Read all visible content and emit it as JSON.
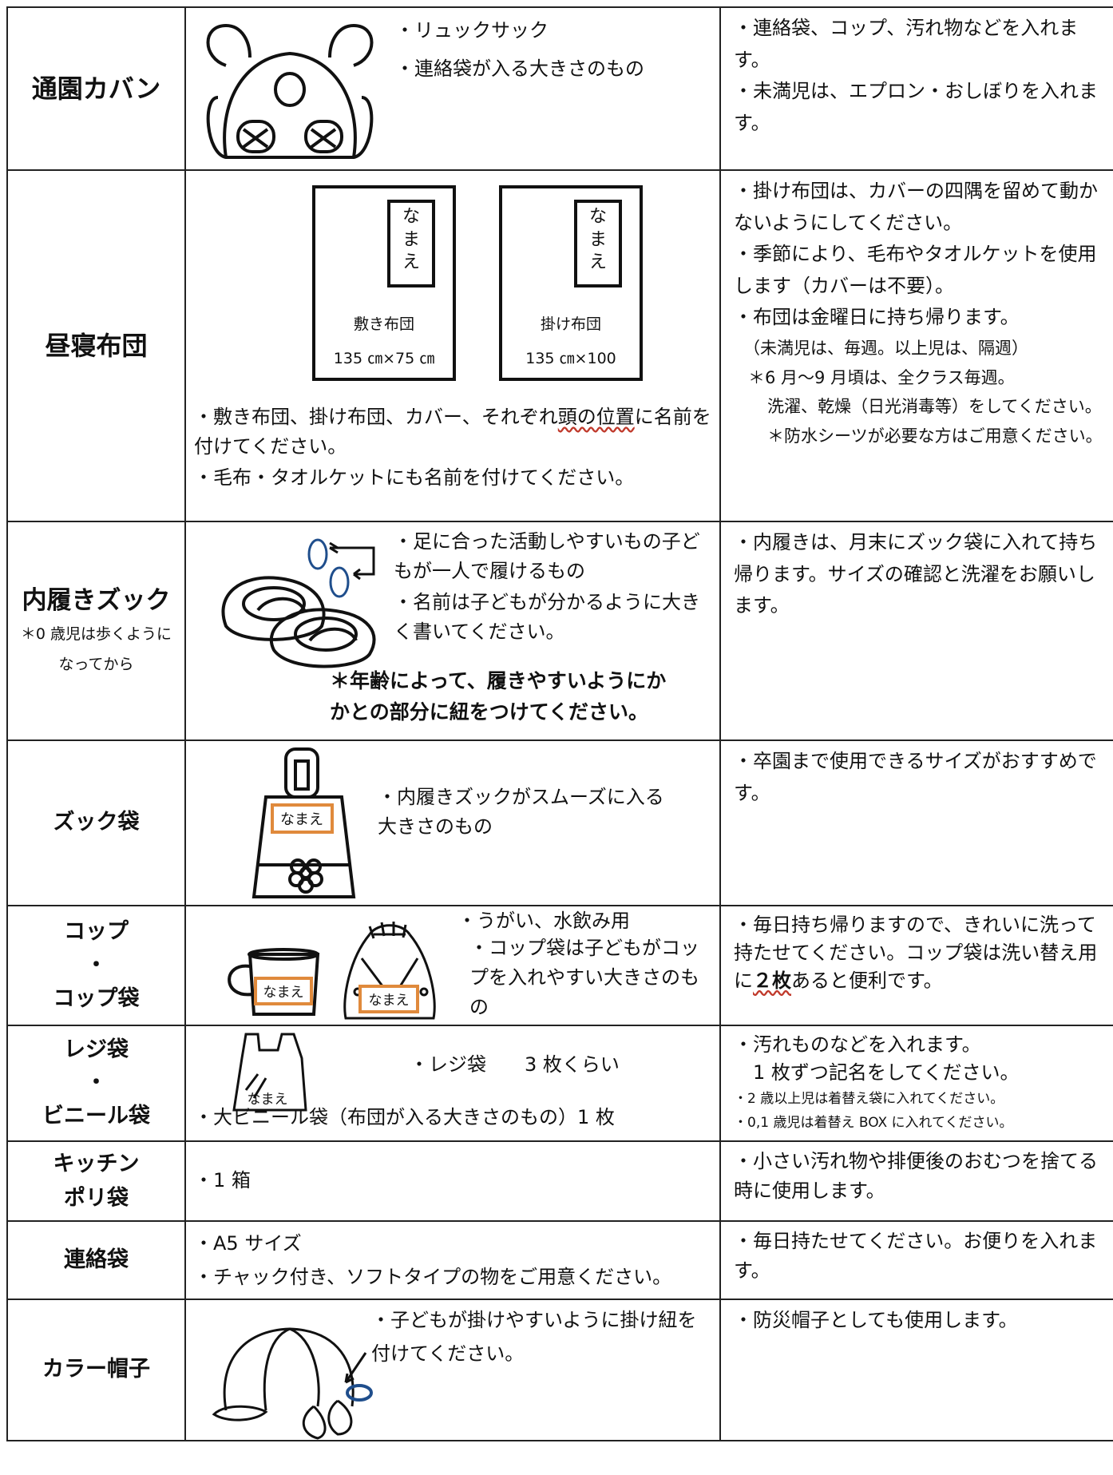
{
  "rows": {
    "bag": {
      "label": "通園カバン",
      "desc": [
        "リュックサック",
        "連絡袋が入る大きさのもの"
      ],
      "notes": [
        "連絡袋、コップ、汚れ物などを入れます。",
        "未満児は、エプロン・おしぼりを入れます。"
      ]
    },
    "futon": {
      "label": "昼寝布団",
      "diagram": {
        "name_chars": [
          "な",
          "ま",
          "え"
        ],
        "left_title": "敷き布団",
        "left_size": "135 ㎝×75 ㎝",
        "right_title": "掛け布団",
        "right_size": "135 ㎝×100"
      },
      "desc1_pre": "敷き布団、掛け布団、カバー、それぞれ",
      "desc1_ul": "頭の位置",
      "desc1_post": "に名前を付けてください。",
      "desc2": "毛布・タオルケットにも名前を付けてください。",
      "notes": {
        "n1": "掛け布団は、カバーの四隅を留めて動かないようにしてください。",
        "n2": "季節により、毛布やタオルケットを使用します（カバーは不要）。",
        "n3": "布団は金曜日に持ち帰ります。",
        "n3sub": "（未満児は、毎週。以上児は、隔週）",
        "n4": "＊6 月～9 月頃は、全クラス毎週。",
        "n4sub": "洗濯、乾燥（日光消毒等）をしてください。",
        "n5": "＊防水シーツが必要な方はご用意ください。"
      }
    },
    "shoes": {
      "label": "内履きズック",
      "label_note": "＊0 歳児は歩くようになってから",
      "desc1": "足に合った活動しやすいもの子どもが一人で履けるもの",
      "desc2": "名前は子どもが分かるように大きく書いてください。",
      "desc3": "＊年齢によって、履きやすいようにかかとの部分に紐をつけてください。",
      "notes": [
        "内履きは、月末にズック袋に入れて持ち帰ります。サイズの確認と洗濯をお願いします。"
      ]
    },
    "shoebag": {
      "label": "ズック袋",
      "tag": "なまえ",
      "desc": "内履きズックがスムーズに入る大きさのもの",
      "notes": [
        "卒園まで使用できるサイズがおすすめです。"
      ]
    },
    "cup": {
      "label_lines": [
        "コップ",
        "・",
        "コップ袋"
      ],
      "tag": "なまえ",
      "desc1": "うがい、水飲み用",
      "desc2": "コップ袋は子どもがコップを入れやすい大きさのもの",
      "notes_pre": "毎日持ち帰りますので、きれいに洗って持たせてください。コップ袋は洗い替え用に",
      "notes_ul": "２枚",
      "notes_post": "あると便利です。"
    },
    "plastic": {
      "label_lines": [
        "レジ袋",
        "・",
        "ビニール袋"
      ],
      "tag": "なまえ",
      "desc1": "レジ袋　　3 枚くらい",
      "desc2": "大ビニール袋（布団が入る大きさのもの）1 枚",
      "notes": {
        "n1": "汚れものなどを入れます。",
        "n1sub": "1 枚ずつ記名をしてください。",
        "t1": "2 歳以上児は着替え袋に入れてください。",
        "t2": "0,1 歳児は着替え BOX に入れてください。"
      }
    },
    "kitchen": {
      "label_lines": [
        "キッチン",
        "ポリ袋"
      ],
      "desc": "1 箱",
      "notes": [
        "小さい汚れ物や排便後のおむつを捨てる時に使用します。"
      ]
    },
    "contact": {
      "label": "連絡袋",
      "desc": [
        "A5 サイズ",
        "チャック付き、ソフトタイプの物をご用意ください。"
      ],
      "notes": [
        "毎日持たせてください。お便りを入れます。"
      ]
    },
    "hat": {
      "label": "カラー帽子",
      "desc": "子どもが掛けやすいように掛け紐を付けてください。",
      "notes": [
        "防災帽子としても使用します。"
      ]
    }
  }
}
